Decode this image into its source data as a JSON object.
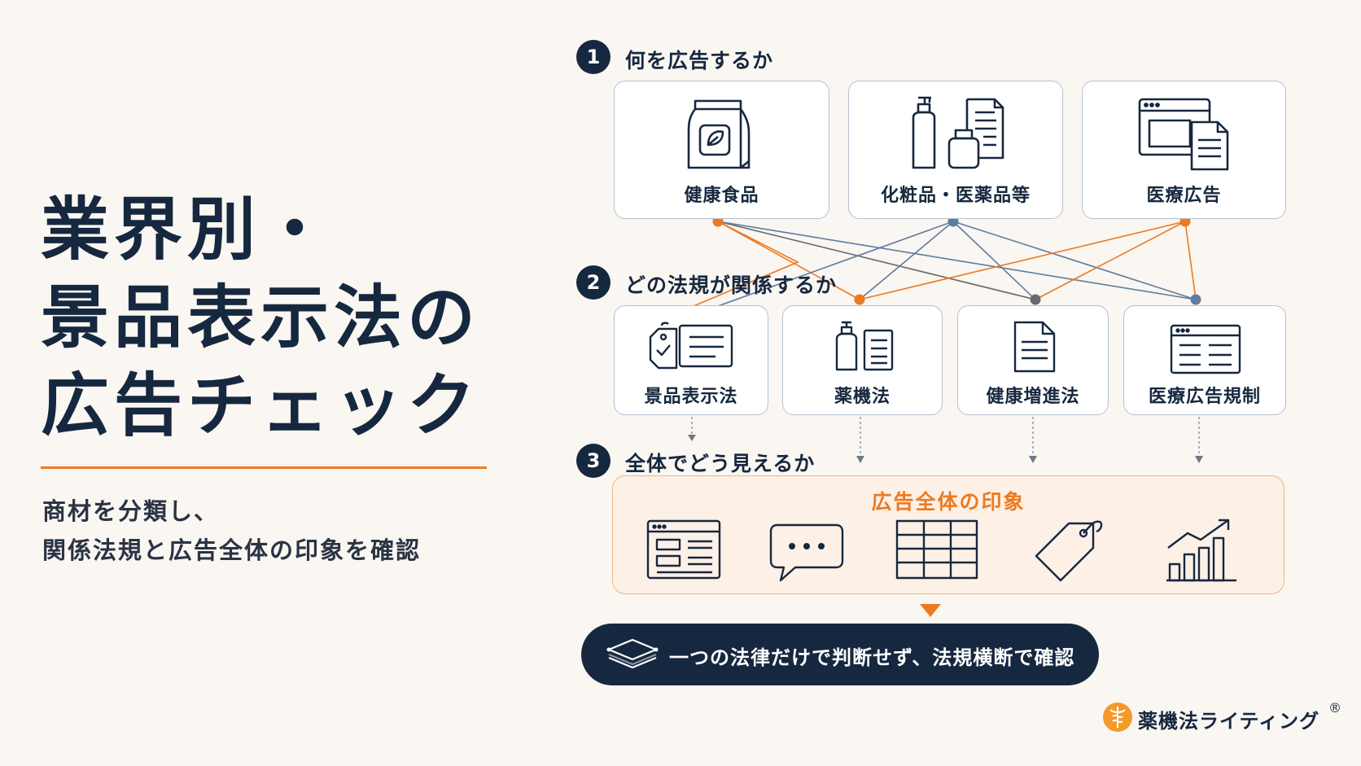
{
  "title": {
    "line1": "業界別・",
    "line2": "景品表示法の",
    "line3": "広告チェック"
  },
  "subtitle": {
    "line1": "商材を分類し、",
    "line2": "関係法規と広告全体の印象を確認"
  },
  "steps": [
    {
      "num": "1",
      "label": "何を広告するか"
    },
    {
      "num": "2",
      "label": "どの法規が関係するか"
    },
    {
      "num": "3",
      "label": "全体でどう見えるか"
    }
  ],
  "categories": [
    {
      "label": "健康食品",
      "icon": "supplement-bag-icon"
    },
    {
      "label": "化粧品・医薬品等",
      "icon": "bottle-document-icon"
    },
    {
      "label": "医療広告",
      "icon": "browser-document-icon"
    }
  ],
  "laws": [
    {
      "label": "景品表示法",
      "icon": "tag-checklist-icon"
    },
    {
      "label": "薬機法",
      "icon": "bottle-list-icon"
    },
    {
      "label": "健康増進法",
      "icon": "document-icon"
    },
    {
      "label": "医療広告規制",
      "icon": "browser-list-icon"
    }
  ],
  "impression": {
    "title": "広告全体の印象",
    "icons": [
      "webpage-icon",
      "speech-bubble-icon",
      "table-icon",
      "price-tag-icon",
      "growth-chart-icon"
    ]
  },
  "conclusion": {
    "text": "一つの法律だけで判断せず、法規横断で確認",
    "icon": "layers-icon"
  },
  "brand": {
    "name": "薬機法ライティング",
    "mark": "®",
    "icon": "caduceus-icon"
  },
  "colors": {
    "navy": "#16283f",
    "orange": "#ec7a22",
    "steel": "#5f7ca0",
    "gray": "#6b6b6b"
  }
}
